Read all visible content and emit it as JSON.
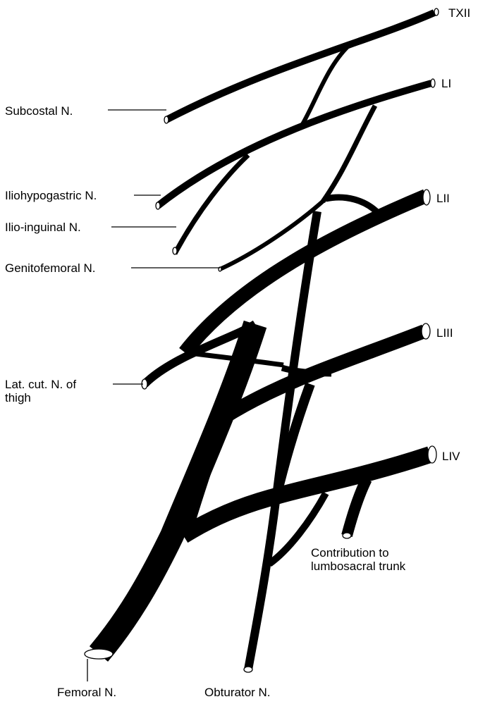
{
  "diagram": {
    "roots": {
      "txii": "TXII",
      "li": "LI",
      "lii": "LII",
      "liii": "LIII",
      "liv": "LIV"
    },
    "nerves": {
      "subcostal": "Subcostal N.",
      "iliohypogastric": "Iliohypogastric N.",
      "ilioinguinal": "Ilio-inguinal N.",
      "genitofemoral": "Genitofemoral N.",
      "lat_cut_line1": "Lat. cut. N. of",
      "lat_cut_line2": "thigh",
      "contribution_line1": "Contribution to",
      "contribution_line2": "lumbosacral trunk",
      "femoral": "Femoral N.",
      "obturator": "Obturator N."
    },
    "colors": {
      "nerve": "#000000",
      "background": "#ffffff"
    }
  }
}
